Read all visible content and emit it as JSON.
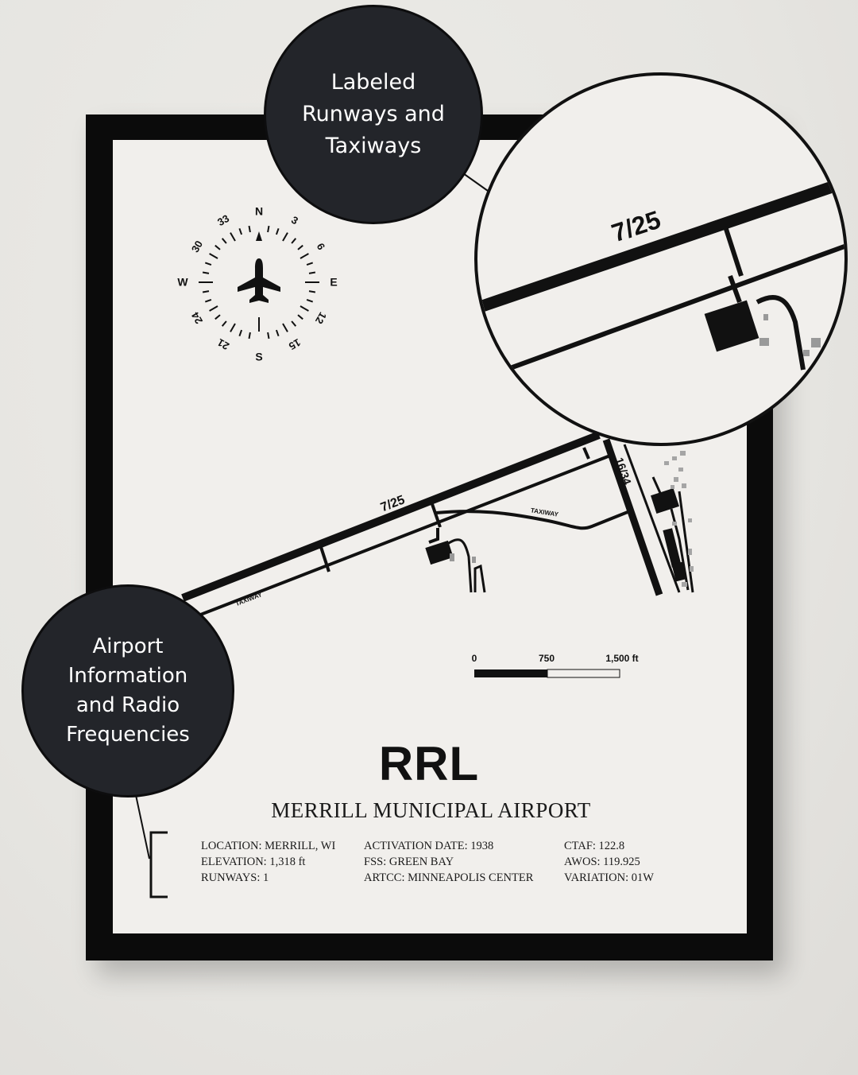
{
  "callouts": {
    "top": [
      "Labeled",
      "Runways and",
      "Taxiways"
    ],
    "left": [
      "Airport",
      "Information",
      "and Radio",
      "Frequencies"
    ]
  },
  "compass": {
    "N": "N",
    "E": "E",
    "S": "S",
    "W": "W",
    "d3": "3",
    "d6": "6",
    "d12": "12",
    "d15": "15",
    "d21": "21",
    "d24": "24",
    "d30": "30",
    "d33": "33"
  },
  "runways": {
    "main": "7/25",
    "cross": "16/34",
    "taxiway_east": "TAXIWAY",
    "taxiway_west": "TAXIWAY",
    "zoom_label": "7/25"
  },
  "scale": {
    "t0": "0",
    "t1": "750",
    "t2": "1,500 ft"
  },
  "airport": {
    "code": "RRL",
    "name": "MERRILL MUNICIPAL AIRPORT"
  },
  "info": {
    "col1": [
      "LOCATION: MERRILL, WI",
      "ELEVATION: 1,318 ft",
      "RUNWAYS: 1"
    ],
    "col2": [
      "ACTIVATION DATE: 1938",
      "FSS: GREEN BAY",
      "ARTCC: MINNEAPOLIS CENTER"
    ],
    "col3": [
      "CTAF: 122.8",
      "AWOS: 119.925",
      "VARIATION: 01W"
    ]
  },
  "colors": {
    "frame": "#0b0b0b",
    "paper": "#f1efec",
    "bubble": "#23252a",
    "ink": "#111111"
  }
}
